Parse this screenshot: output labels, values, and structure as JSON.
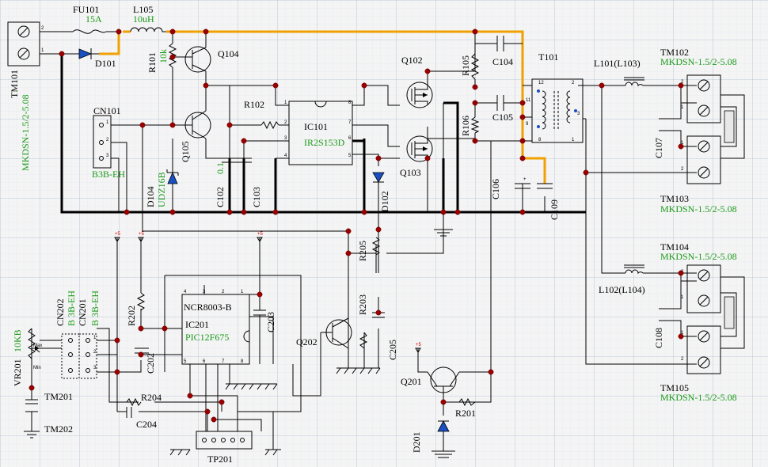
{
  "labels": {
    "fu101": "FU101",
    "fu101_val": "15A",
    "l105": "L105",
    "l105_val": "10uH",
    "tm101": "TM101",
    "tm101_type": "MKDSN-1.5/2-5.08",
    "d101": "D101",
    "r101": "R101",
    "r101_val": "10k",
    "q104": "Q104",
    "q105": "Q105",
    "cn101": "CN101",
    "cn101_type": "B3B-EH",
    "d104": "D104",
    "d104_val": "UDZ16B",
    "r102": "R102",
    "c102": "C102",
    "c102_val": "0.1",
    "c103": "C103",
    "ic101": "IC101",
    "ic101_val": "IR2S153D",
    "q102": "Q102",
    "q103": "Q103",
    "r105": "R105",
    "r106": "R106",
    "c104": "C104",
    "c105": "C105",
    "c106": "C106",
    "c109": "C109",
    "d102": "D102",
    "t101": "T101",
    "l101": "L101(L103)",
    "l102": "L102(L104)",
    "tm102": "TM102",
    "tm102_type": "MKDSN-1.5/2-5.08",
    "tm103": "TM103",
    "tm103_type": "MKDSN-1.5/2-5.08",
    "tm104": "TM104",
    "tm104_type": "MKDSN-1.5/2-5.08",
    "tm105": "TM105",
    "tm105_type": "MKDSN-1.5/2-5.08",
    "c107": "C107",
    "c108": "C108",
    "r205": "R205",
    "r203": "R203",
    "r202": "R202",
    "r204": "R204",
    "r201": "R201",
    "q202": "Q202",
    "q201": "Q201",
    "ic201_chip": "NCR8003-B",
    "ic201": "IC201",
    "ic201_val": "PIC12F675",
    "c202": "C202",
    "c203": "C203",
    "c204": "C204",
    "c205": "C205",
    "cn202": "CN202",
    "cn202_type": "B 3B-EH",
    "cn201": "CN201",
    "cn201_type": "B 3B-EH",
    "vr201": "VR201",
    "vr201_val": "10KB",
    "max": "Max",
    "min": "Min",
    "tm201": "TM201",
    "tm202": "TM202",
    "tp201": "TP201",
    "d201": "D201",
    "plus5": "+5"
  },
  "colors": {
    "wire": "#000000",
    "high_current": "#f0a000",
    "junction": "#9a0000",
    "value_text": "#1a9a1a",
    "power_flag": "#d00000",
    "grid_minor": "#dde6f0",
    "grid_major": "#aebed0",
    "background": "#f4f4f4"
  }
}
